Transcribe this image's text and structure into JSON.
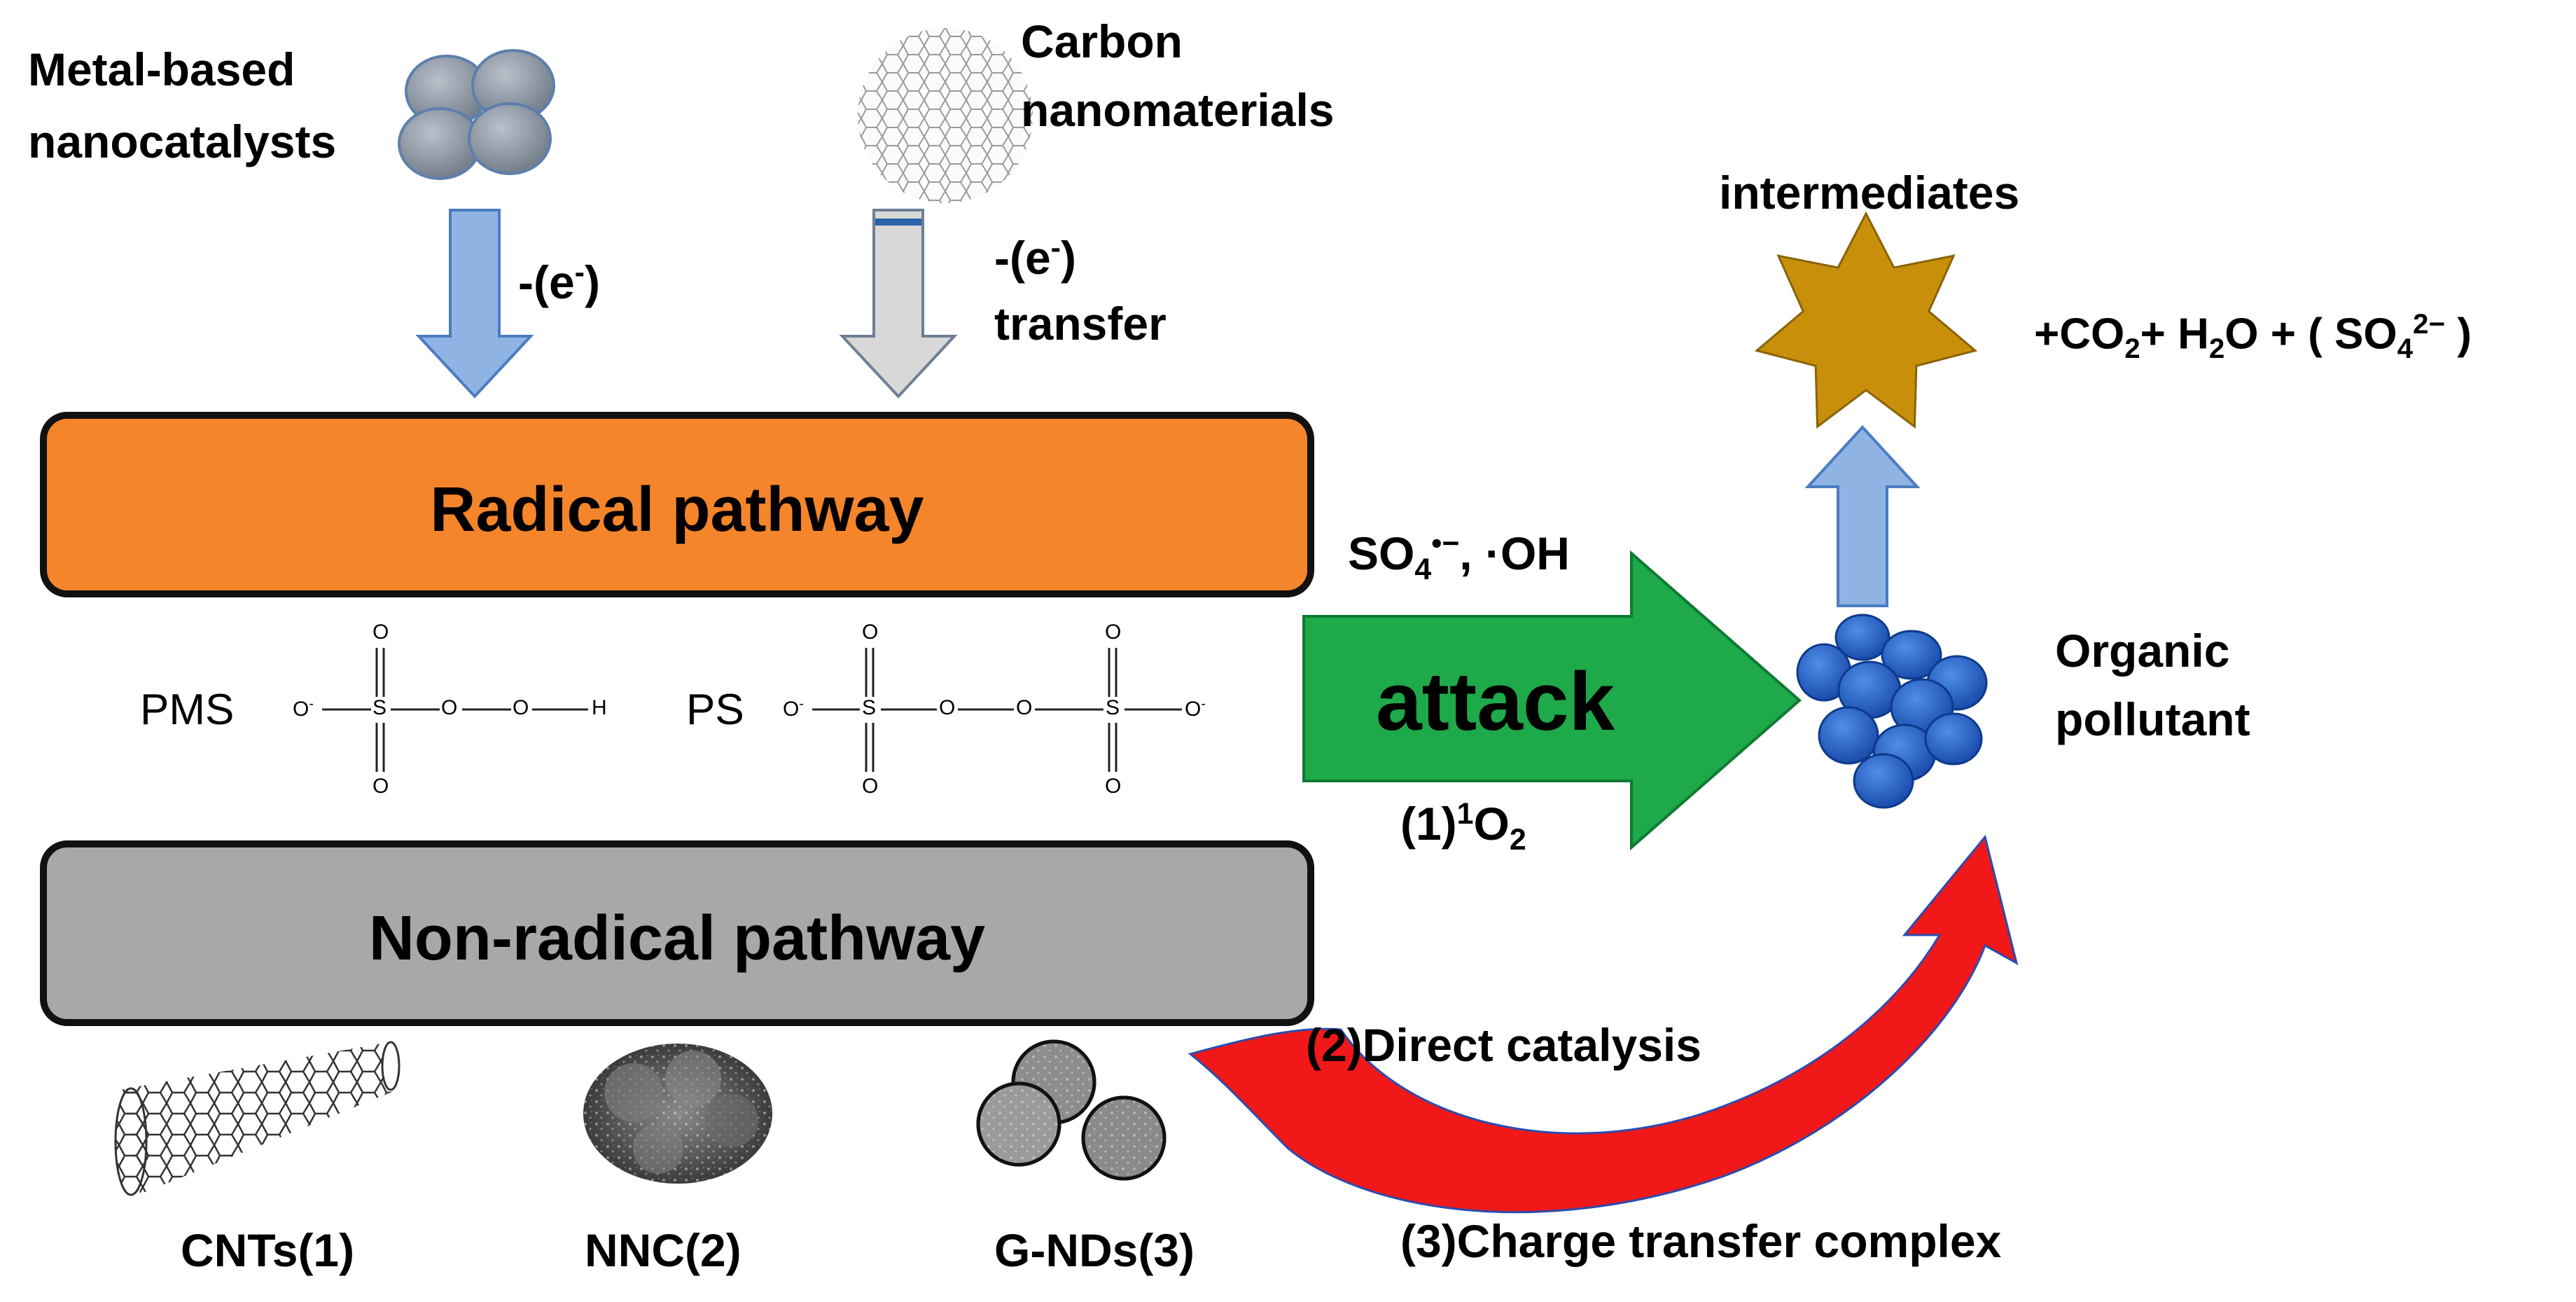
{
  "top": {
    "metal_label_1": "Metal-based",
    "metal_label_2": "nanocatalysts",
    "carbon_label_1": "Carbon",
    "carbon_label_2": "nanomaterials",
    "e_left": "-(e",
    "e_right": "-(e",
    "transfer": "transfer"
  },
  "pathways": {
    "radical": "Radical pathway",
    "nonradical": "Non-radical pathway"
  },
  "molecules": {
    "pms": "PMS",
    "ps": "PS"
  },
  "attack": {
    "label": "attack",
    "species_pre": "SO",
    "species_post": ", ·OH",
    "singlet_pre": "(1)",
    "singlet_post": "O"
  },
  "products": {
    "intermediates": "intermediates",
    "eq_pre": "+CO",
    "eq_mid": "+ H",
    "eq_mid2": "O + ( SO",
    "eq_post": ")",
    "pollutant_1": "Organic",
    "pollutant_2": "pollutant"
  },
  "mechanisms": {
    "direct": "(2)Direct catalysis",
    "charge": "(3)Charge transfer complex"
  },
  "materials": {
    "cnt": "CNTs(1)",
    "nnc": "NNC(2)",
    "gnd": "G-NDs(3)"
  },
  "colors": {
    "radical": "#f5852a",
    "nonradical": "#a8a8a8",
    "attack_arrow": "#1ea94a",
    "curve_arrow": "#f01818",
    "star": "#c8900a",
    "pollutant": "#2563c8",
    "blue_arrow": "#8fb3e3"
  }
}
